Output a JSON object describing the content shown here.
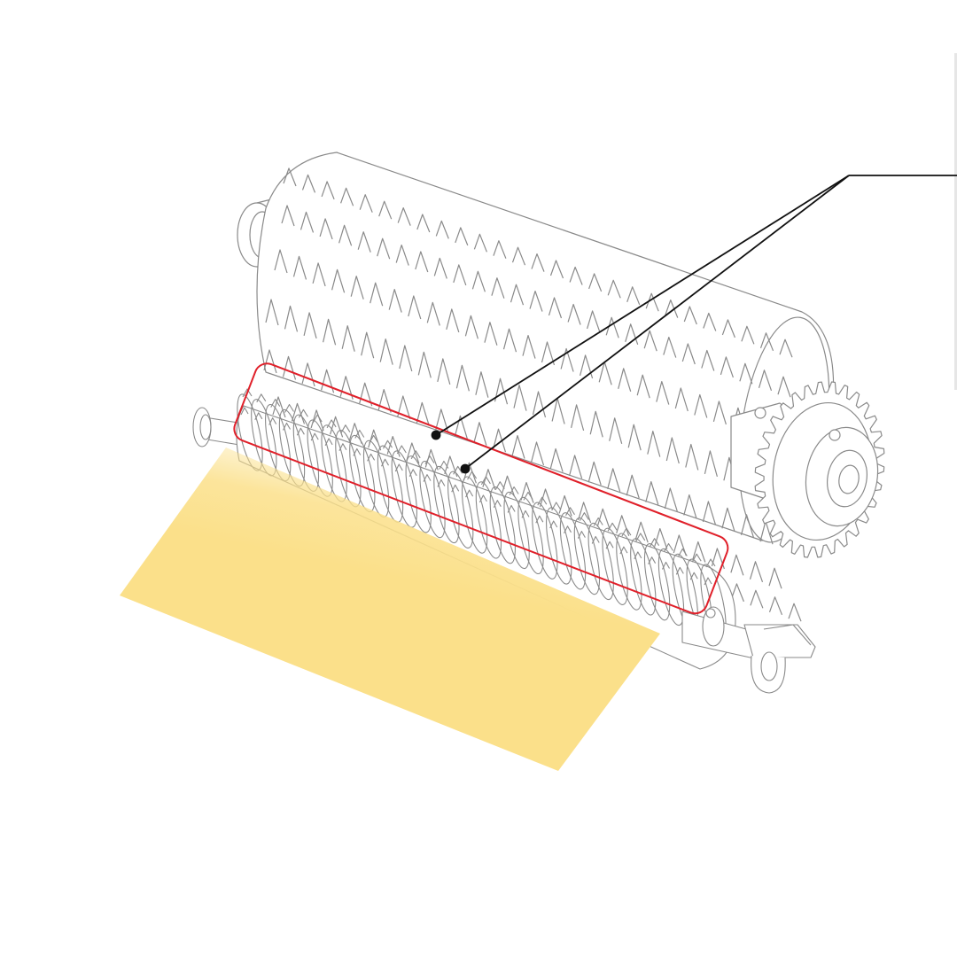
{
  "diagram": {
    "subject": "toothed-drum-and-spiked-roller-assembly",
    "callout_target": "spiked-roller-teeth",
    "colors": {
      "line_art": "#8a8a8a",
      "highlight": "#e0202a",
      "sheet": "#fbe08a",
      "leader": "#111111",
      "background": "#ffffff"
    },
    "drum_tooth_rows": 7,
    "drum_teeth_per_row": 27,
    "roller_ring_count": 34,
    "gear_tooth_count": 30
  }
}
